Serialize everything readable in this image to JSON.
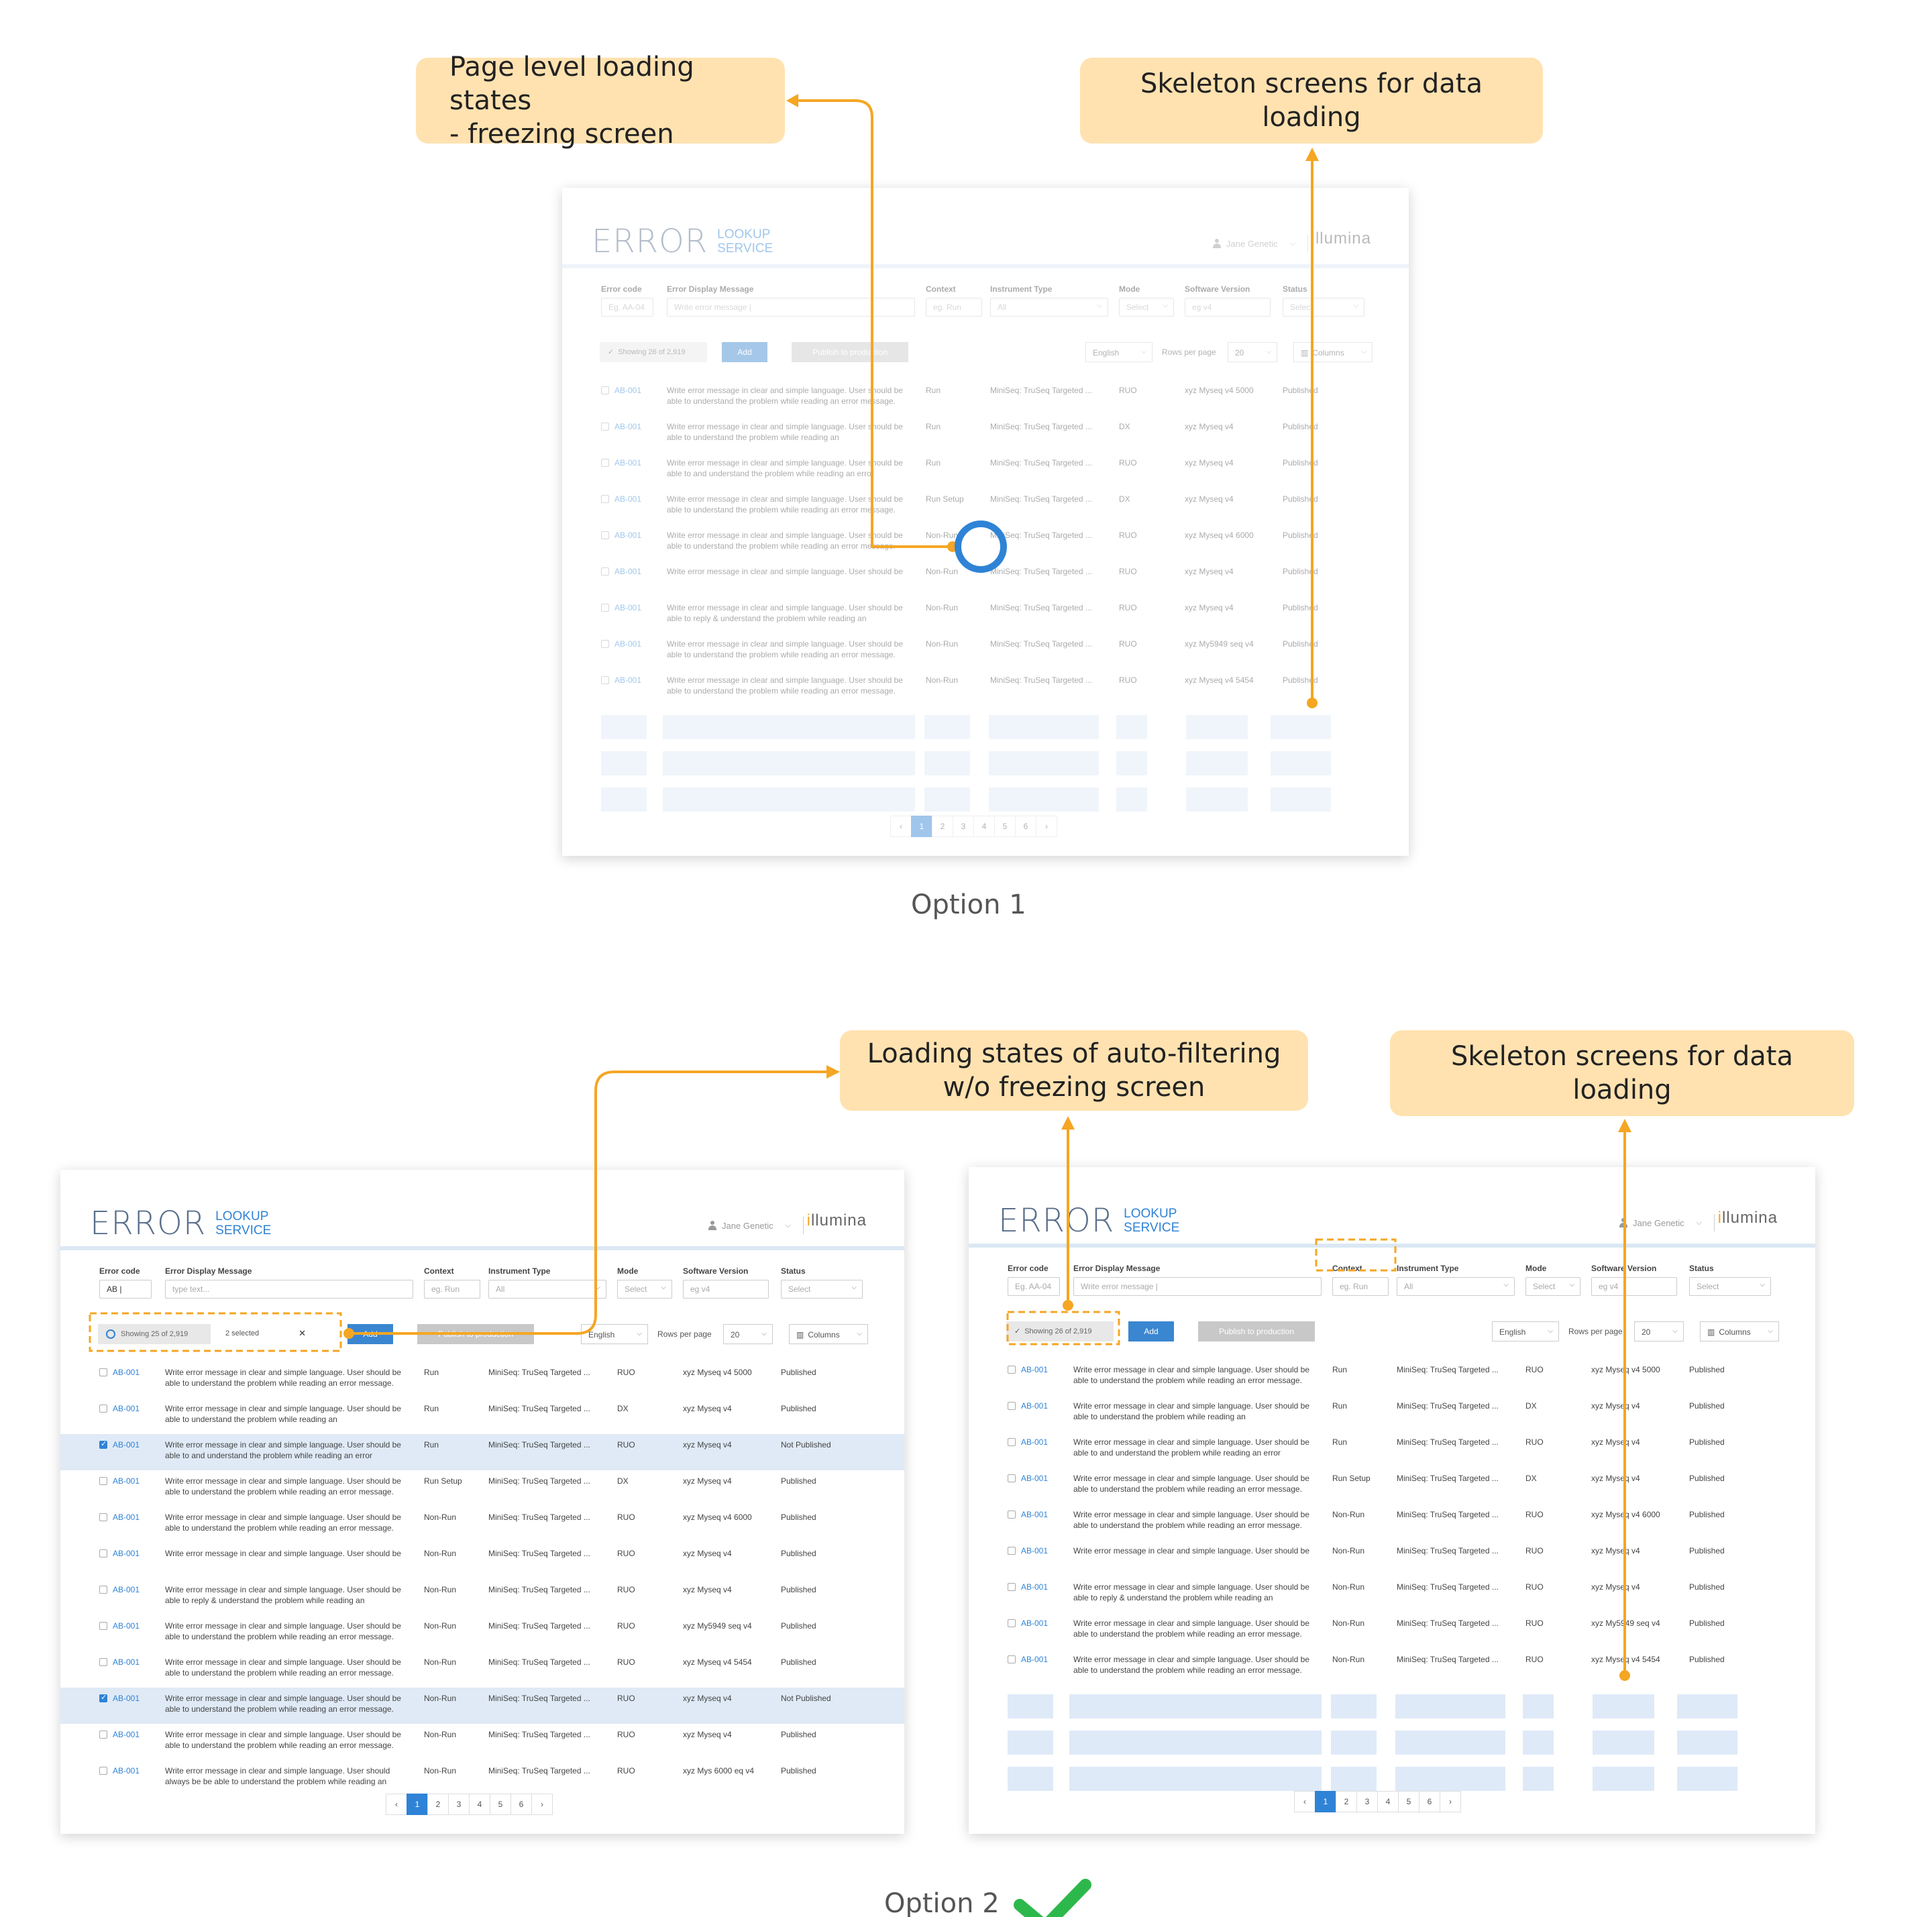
{
  "callouts": {
    "o1_left": "Page level loading states\n- freezing screen",
    "o1_right": "Skeleton screens for data loading",
    "o2_left": "Loading states of auto-filtering w/o freezing screen",
    "o2_right": "Skeleton screens for data loading"
  },
  "options": {
    "option1": "Option 1",
    "option2": "Option 2"
  },
  "app": {
    "logo_main": "ERROR",
    "logo_sub_1": "LOOKUP",
    "logo_sub_2": "SERVICE",
    "user": "Jane Genetic",
    "brand_pre": "i",
    "brand_rest": "llumina"
  },
  "filters": {
    "labels": [
      "Error code",
      "Error Display Message",
      "Context",
      "Instrument Type",
      "Mode",
      "Software Version",
      "Status"
    ],
    "o1": {
      "code": "Eg. AA-04",
      "message": "Write error message |",
      "context": "eg. Run",
      "instrument": "All",
      "mode": "Select",
      "version": "eg v4",
      "status": "Select"
    },
    "o2a": {
      "code": "AB |",
      "message": "type text...",
      "context": "eg. Run",
      "instrument": "All",
      "mode": "Select",
      "version": "eg v4",
      "status": "Select"
    },
    "o2b": {
      "code": "Eg. AA-04",
      "message": "Write error message |",
      "context": "eg. Run",
      "instrument": "All",
      "mode": "Select",
      "version": "eg v4",
      "status": "Select"
    }
  },
  "toolbar": {
    "showing_26": "Showing 26 of 2,919",
    "showing_25": "Showing 25 of 2,919",
    "selected": "2 selected",
    "add": "Add",
    "publish": "Publish to production",
    "language": "English",
    "rows_per_page_label": "Rows per page",
    "rows_per_page": "20",
    "columns": "Columns"
  },
  "rows_o1": [
    {
      "code": "AB-001",
      "msg": "Write error message in clear and simple language. User should be able to understand the problem while reading an error message.",
      "ctx": "Run",
      "inst": "MiniSeq: TruSeq Targeted ...",
      "mode": "RUO",
      "ver": "xyz Myseq v4 5000",
      "status": "Published"
    },
    {
      "code": "AB-001",
      "msg": "Write error message in clear and simple language. User should be able to understand the problem while reading an",
      "ctx": "Run",
      "inst": "MiniSeq: TruSeq Targeted ...",
      "mode": "DX",
      "ver": "xyz Myseq v4",
      "status": "Published"
    },
    {
      "code": "AB-001",
      "msg": "Write error message in clear and simple language. User should be able to  and understand the problem while reading an error",
      "ctx": "Run",
      "inst": "MiniSeq: TruSeq Targeted ...",
      "mode": "RUO",
      "ver": "xyz Myseq v4",
      "status": "Published"
    },
    {
      "code": "AB-001",
      "msg": "Write error message in clear and simple language. User should be able to understand the problem while reading an error message.",
      "ctx": "Run Setup",
      "inst": "MiniSeq: TruSeq Targeted ...",
      "mode": "DX",
      "ver": "xyz Myseq v4",
      "status": "Published"
    },
    {
      "code": "AB-001",
      "msg": "Write error message in clear and simple language. User should be able to understand the problem while reading an error message.",
      "ctx": "Non-Run",
      "inst": "MiniSeq: TruSeq Targeted ...",
      "mode": "RUO",
      "ver": "xyz Myseq v4 6000",
      "status": "Published"
    },
    {
      "code": "AB-001",
      "msg": "Write error message in clear and simple language. User should be",
      "ctx": "Non-Run",
      "inst": "MiniSeq: TruSeq Targeted ...",
      "mode": "RUO",
      "ver": "xyz Myseq v4",
      "status": "Published"
    },
    {
      "code": "AB-001",
      "msg": "Write error message in clear and simple language. User should be able to reply & understand the problem while reading an",
      "ctx": "Non-Run",
      "inst": "MiniSeq: TruSeq Targeted ...",
      "mode": "RUO",
      "ver": "xyz Myseq v4",
      "status": "Published"
    },
    {
      "code": "AB-001",
      "msg": "Write error message in clear and simple language. User should be able to understand the problem while reading an error message.",
      "ctx": "Non-Run",
      "inst": "MiniSeq: TruSeq Targeted ...",
      "mode": "RUO",
      "ver": "xyz My5949 seq v4",
      "status": "Published"
    },
    {
      "code": "AB-001",
      "msg": "Write error message in clear and simple language. User should be able to understand the problem while reading an error message.",
      "ctx": "Non-Run",
      "inst": "MiniSeq: TruSeq Targeted ...",
      "mode": "RUO",
      "ver": "xyz Myseq v4 5454",
      "status": "Published"
    }
  ],
  "rows_o2a": [
    {
      "code": "AB-001",
      "msg": "Write error message in clear and simple language. User should be able to understand the problem while reading an error message.",
      "ctx": "Run",
      "inst": "MiniSeq: TruSeq Targeted ...",
      "mode": "RUO",
      "ver": "xyz Myseq v4 5000",
      "status": "Published"
    },
    {
      "code": "AB-001",
      "msg": "Write error message in clear and simple language. User should be able to understand the problem while reading an",
      "ctx": "Run",
      "inst": "MiniSeq: TruSeq Targeted ...",
      "mode": "DX",
      "ver": "xyz Myseq v4",
      "status": "Published"
    },
    {
      "code": "AB-001",
      "msg": "Write error message in clear and simple language. User should be able to  and understand the problem while reading an error",
      "ctx": "Run",
      "inst": "MiniSeq: TruSeq Targeted ...",
      "mode": "RUO",
      "ver": "xyz Myseq v4",
      "status": "Not Published"
    },
    {
      "code": "AB-001",
      "msg": "Write error message in clear and simple language. User should be able to understand the problem while reading an error message.",
      "ctx": "Run Setup",
      "inst": "MiniSeq: TruSeq Targeted ...",
      "mode": "DX",
      "ver": "xyz Myseq v4",
      "status": "Published"
    },
    {
      "code": "AB-001",
      "msg": "Write error message in clear and simple language. User should be able to understand the problem while reading an error message.",
      "ctx": "Non-Run",
      "inst": "MiniSeq: TruSeq Targeted ...",
      "mode": "RUO",
      "ver": "xyz Myseq v4 6000",
      "status": "Published"
    },
    {
      "code": "AB-001",
      "msg": "Write error message in clear and simple language. User should be",
      "ctx": "Non-Run",
      "inst": "MiniSeq: TruSeq Targeted ...",
      "mode": "RUO",
      "ver": "xyz Myseq v4",
      "status": "Published"
    },
    {
      "code": "AB-001",
      "msg": "Write error message in clear and simple language. User should be able to reply & understand the problem while reading an",
      "ctx": "Non-Run",
      "inst": "MiniSeq: TruSeq Targeted ...",
      "mode": "RUO",
      "ver": "xyz Myseq v4",
      "status": "Published"
    },
    {
      "code": "AB-001",
      "msg": "Write error message in clear and simple language. User should be able to understand the problem while reading an error message.",
      "ctx": "Non-Run",
      "inst": "MiniSeq: TruSeq Targeted ...",
      "mode": "RUO",
      "ver": "xyz My5949 seq v4",
      "status": "Published"
    },
    {
      "code": "AB-001",
      "msg": "Write error message in clear and simple language. User should be able to understand the problem while reading an error message.",
      "ctx": "Non-Run",
      "inst": "MiniSeq: TruSeq Targeted ...",
      "mode": "RUO",
      "ver": "xyz Myseq v4 5454",
      "status": "Published"
    },
    {
      "code": "AB-001",
      "msg": "Write error message in clear and simple language. User should be able to understand the problem while reading an error message.",
      "ctx": "Non-Run",
      "inst": "MiniSeq: TruSeq Targeted ...",
      "mode": "RUO",
      "ver": "xyz Myseq v4",
      "status": "Not Published"
    },
    {
      "code": "AB-001",
      "msg": "Write error message in clear and simple language. User should be able to understand the problem while reading an error message.",
      "ctx": "Non-Run",
      "inst": "MiniSeq: TruSeq Targeted ...",
      "mode": "RUO",
      "ver": "xyz Myseq v4",
      "status": "Published"
    },
    {
      "code": "AB-001",
      "msg": "Write error message in clear and simple language. User should always be be able to understand the problem while reading an",
      "ctx": "Non-Run",
      "inst": "MiniSeq: TruSeq Targeted ...",
      "mode": "RUO",
      "ver": "xyz Mys 6000 eq v4",
      "status": "Published"
    }
  ],
  "pager": [
    "1",
    "2",
    "3",
    "4",
    "5",
    "6"
  ],
  "colors": {
    "accent": "#f5a623",
    "blue": "#2f83d6",
    "callout_bg": "#ffe2b0",
    "skeleton": "#dfeaf8",
    "check": "#2db84c"
  }
}
